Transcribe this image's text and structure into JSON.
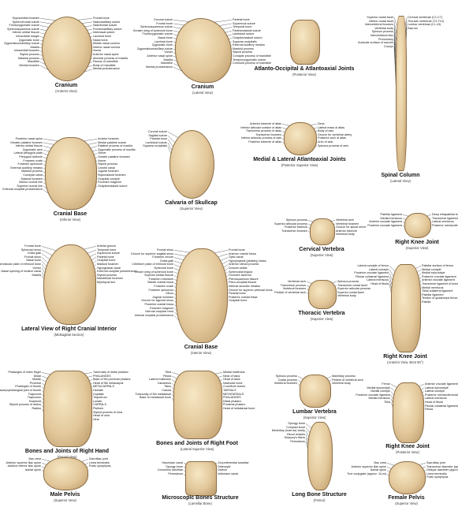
{
  "panels": [
    {
      "title": "Cranium",
      "subtitle": "(Anterior View)",
      "left": [
        "Supraorbital foramen",
        "Sphenofrontal suture",
        "Frontozygomatic suture",
        "Sphenosquamous suture",
        "Inferior orbital fissure",
        "Infraorbital margin",
        "Zygomatic bone",
        "Zygomaticomaxillary suture",
        "Maxilla",
        "Infraorbital foramen",
        "Styloid process",
        "Mastoid process",
        "Mandible",
        "Mental foramen"
      ],
      "right": [
        "Frontal bone",
        "Nasomaxillary suture",
        "Nasofrontal suture",
        "Frontomaxillary suture",
        "Internasal suture",
        "Lacrimal bone",
        "Nasal bone",
        "Middle nasal concha",
        "Inferior nasal concha",
        "Vomer",
        "Anterior nasal spine",
        "Alveolar process of maxilla",
        "Ramus of mandible",
        "Body of mandible",
        "Mental protuberance"
      ]
    },
    {
      "title": "Cranium",
      "subtitle": "(Lateral View)",
      "left": [
        "Coronal suture",
        "Frontal bone",
        "Sphenosquamous suture",
        "Greater wing of sphenoid bone",
        "Frontozygomatic suture",
        "Nasal bone",
        "Lacrimal bone",
        "Zygomatic bone",
        "Zygomaticomaxillary suture",
        "Vomer",
        "Anterior nasal spine",
        "Maxilla",
        "Mandible",
        "Mental protuberance"
      ],
      "right": [
        "Parietal bone",
        "Squamous suture",
        "Temporal bone",
        "Parietomastoid suture",
        "Lambdoid suture",
        "Occipitomastoid suture",
        "Squama occipitalis",
        "External auditory meatus",
        "Mastoid process",
        "Styloid process",
        "Condylar process of mandible",
        "Temporozygomatic suture",
        "Coronoid process of mandible"
      ]
    },
    {
      "title": "Atlanto-Occipital & Atlantoaxial Joints",
      "subtitle": "(Posterior View)",
      "left": [],
      "right": []
    },
    {
      "title": "Spinal Column",
      "subtitle": "(Lateral View)",
      "left": [
        "Superior costal facet",
        "Inferior costal facet",
        "Intervertebral foramen",
        "Vertebral body",
        "Spinous process",
        "Intervertebral disc",
        "Promontory",
        "Auricular surface of sacrum",
        "Coccyx"
      ],
      "right": [
        "Cervical vertebrae (C1-C7)",
        "Thoracic vertebrae (T1-T12)",
        "Lumbar vertebrae (L1-L5)",
        "Sacrum"
      ]
    },
    {
      "title": "Cranial Base",
      "subtitle": "(Inferior View)",
      "left": [
        "Posterior nasal spine",
        "Greater palatine foramen",
        "Inferior orbital fissure",
        "Zygomatic arch",
        "Lateral pterygoid plate",
        "Pterygoid tubercle",
        "Foramen ovale",
        "Foramen spinosum",
        "External auditory meatus",
        "Mastoid process",
        "Condylar canal",
        "Mastoid foramen",
        "Inferior nuchal line",
        "Superior nuchal line",
        "External occipital protuberance"
      ],
      "right": [
        "Incisive foramen",
        "Medial palatine suture",
        "Palatine process of maxilla",
        "Zygomatic process of maxilla",
        "Vomer",
        "Greater palatine foramen",
        "Vomer",
        "Styloid process",
        "Carotid canal",
        "Jugular foramen",
        "Stylomastoid foramen",
        "Occipital condyle",
        "Foramen magnum",
        "Occipitomastoid suture"
      ]
    },
    {
      "title": "Calvaria of Skullcap",
      "subtitle": "(Superior View)",
      "left": [
        "Coronal suture",
        "Sagittal suture",
        "Parietal bone",
        "Lambdoid suture",
        "Squama occipitalis"
      ],
      "right": []
    },
    {
      "title": "Medial & Lateral Atlantoaxial Joints",
      "subtitle": "(Posterior Superior View)",
      "left": [
        "Anterior tubercle of atlas",
        "Inferior articular surface of atlas",
        "Transverse process of atlas",
        "Transverse foramen",
        "Inferior articular process of axis",
        "Posterior tubercle of atlas"
      ],
      "right": [
        "Dens",
        "Lateral mass of atlas",
        "Body of axis",
        "Groove for vertebral artery",
        "Posterior arch of atlas",
        "Arch of axis",
        "Spinous process of axis"
      ]
    },
    {
      "title": "Lateral View of Right Cranial Interior",
      "subtitle": "(Midsagittal Section)",
      "left": [
        "Frontal bone",
        "Sphenoid sinus",
        "Crista galli",
        "Frontal sinus",
        "Nasal bone",
        "Perpendicular plate of ethmoid bone",
        "Vomer",
        "Nasal opening of incisive canal",
        "Maxilla"
      ],
      "right": [
        "Arterial groove",
        "Temporal bone",
        "Squamous suture",
        "Parietal bone",
        "Occipital bone",
        "Mastoid foramen",
        "Hypoglossal canal",
        "External occipital protuberance",
        "Styloid process",
        "Mandibular foramen",
        "Mylohyoid line"
      ]
    },
    {
      "title": "Cranial Base",
      "subtitle": "(Interior View)",
      "left": [
        "Frontal sinus",
        "Groove for superior sagittal sinus",
        "Foramen cecum",
        "Crista galli",
        "Cribriform plate of ethmoid bone",
        "Sphenoid bone",
        "Lesser wing of sphenoid bone",
        "Superior orbital fissure",
        "Foramen rotundum",
        "Middle cranial fossa",
        "Foramen ovale",
        "Foramen spinosum",
        "Clivus",
        "Jugular foramen",
        "Groove for sigmoid sinus",
        "Posterior cranial fossa",
        "Foramen magnum",
        "Internal occipital crest",
        "Internal occipital protuberance"
      ],
      "right": [
        "Frontal bone",
        "Anterior cranial fossa",
        "Optic canal",
        "Hypophyseal (pituitary) fossa",
        "Anterior clinoid process",
        "Dorsum sellae",
        "Sphenoidal lingula",
        "Foramen lacerum",
        "Petrosquamous fissure",
        "Petro-occipital fissure",
        "Internal acoustic meatus",
        "Groove for superior petrosal sinus",
        "Parietal bone",
        "Posterior cranial fossa",
        "Occipital bone"
      ]
    },
    {
      "title": "Cervical Vertebra",
      "subtitle": "(Superior View)",
      "left": [
        "Spinous process",
        "Superior articular process",
        "Posterior tubercle",
        "Transverse foramen"
      ],
      "right": [
        "Vertebral arch",
        "Vertebral foramen",
        "Groove for spinal nerve",
        "Anterior tubercle",
        "Vertebral body"
      ]
    },
    {
      "title": "Right Knee Joint",
      "subtitle": "(Superior View)",
      "left": [
        "Patellar ligament",
        "Medial meniscus",
        "Anterior cruciate ligament",
        "Posterior cruciate ligament"
      ],
      "right": [
        "Deep infrapatellar bursa",
        "Transverse ligament of knee",
        "Lateral meniscus",
        "Posterior meniscofemoral ligament"
      ]
    },
    {
      "title": "Thoracic Vertebra",
      "subtitle": "(Superior View)",
      "left": [
        "Vertebral arch",
        "Transverse process",
        "Vertebral foramen",
        "Pedicle of vertebral arch"
      ],
      "right": [
        "Spinous process",
        "Transverse costal facet",
        "Superior articular process",
        "Superior costal facet",
        "Vertebral body"
      ]
    },
    {
      "title": "Right Knee Joint",
      "subtitle": "(Anterior View, Bent 90°)",
      "left": [
        "Lateral condyle of femur",
        "Lateral condyle",
        "Posterior cruciate ligament",
        "Fibular collateral ligament",
        "Lateral meniscus",
        "Head of fibula"
      ],
      "right": [
        "Patellar surface of femur",
        "Medial condyle",
        "Medial epicondyle",
        "Posterior cruciate ligament",
        "Anterior cruciate ligament",
        "Transverse ligament of knee",
        "Medial meniscus",
        "Tibial collateral ligament",
        "Patellar ligament",
        "Tendon of quadriceps femoris muscle",
        "Patella"
      ]
    },
    {
      "title": "Bones and Joints of Right Hand",
      "subtitle": "(Dorsal View)",
      "left": [
        "Phalanges of index finger",
        "Distal",
        "Middle",
        "Proximal",
        "Phalanges of thumb",
        "Metacarpophalangeal joint of thumb",
        "Trapezoid",
        "Trapezium",
        "Scaphoid",
        "Styloid process of radius",
        "Radius"
      ],
      "right": [
        "Tuberosity of distal phalanx",
        "PHALANGES",
        "Base of 5th proximal phalanx",
        "Head of 5th metacarpal",
        "METACARPALS",
        "Hamate",
        "Capitate",
        "Triquetrum",
        "Lunate",
        "CARPALS",
        "Pisiform",
        "Styloid process of ulna",
        "Head of ulna",
        "Ulna"
      ]
    },
    {
      "title": "Bones and Joints of Right Foot",
      "subtitle": "(Lateral Superior View)",
      "left": [
        "Tibia",
        "Fibula",
        "Lateral malleolus",
        "Calcaneus",
        "Talus",
        "Cuboid",
        "Tuberosity of 5th metatarsal",
        "Base of metatarsal bone"
      ],
      "right": [
        "Medial malleolus",
        "Neck of talus",
        "Head of talus",
        "Navicular bone",
        "Cuneiform bones",
        "TARSALS",
        "METATARSALS",
        "PHALANGES",
        "Distal phalanx",
        "Proximal phalanx",
        "Head of metatarsal bone"
      ]
    },
    {
      "title": "Lumbar Vertebra",
      "subtitle": "(Superior View)",
      "left": [
        "Spinous process",
        "Costal process",
        "Vertebral foramen"
      ],
      "right": [
        "Mamillary process",
        "Pedicle of vertebral arch",
        "Vertebral body"
      ]
    },
    {
      "title": "Right Knee Joint",
      "subtitle": "(Posterior View)",
      "left": [
        "Femur",
        "Medial epicondyle",
        "Medial condyle",
        "Posterior cruciate ligament",
        "Medial meniscus",
        "Tibia"
      ],
      "right": [
        "Anterior cruciate ligament",
        "Lateral epicondyle",
        "Lateral condyle",
        "Posterior meniscofemoral ligament",
        "Lateral meniscus",
        "Head of fibula",
        "Fibular collateral ligament",
        "Fibula"
      ]
    },
    {
      "title": "Male Pelvis",
      "subtitle": "(Superior View)",
      "left": [
        "Iliac crest",
        "Anterior superior iliac spine",
        "Anterior inferior iliac spine",
        "Ischial spine"
      ],
      "right": [
        "Sacroiliac joint",
        "Linea terminalis",
        "Pubic symphysis"
      ]
    },
    {
      "title": "Microscopic Bones Structure",
      "subtitle": "(Lamellar Bone)",
      "left": [
        "Haversian canal",
        "Spongy bone",
        "Concentric lamellae",
        "Periosteum"
      ],
      "right": [
        "Circumferential lamellae",
        "Osteocyte",
        "Osteon",
        "Volkmann canal"
      ]
    },
    {
      "title": "Long Bone Structure",
      "subtitle": "(Femur)",
      "left": [
        "Spongy bone",
        "Compact bone",
        "Medullary (marrow) cavity",
        "Blood vessels",
        "Sharpey's fibers",
        "Periosteum"
      ],
      "right": []
    },
    {
      "title": "Female Pelvis",
      "subtitle": "(Superior View)",
      "left": [
        "Iliac crest",
        "Anterior superior iliac spine",
        "Ischial spine",
        "True conjugate (approx. 11cm)"
      ],
      "right": [
        "Sacroiliac joint",
        "Transverse diameter (approx. 13cm)",
        "Oblique diameter (approx. 12cm)",
        "Linea terminalis",
        "Pubic symphysis"
      ]
    }
  ]
}
